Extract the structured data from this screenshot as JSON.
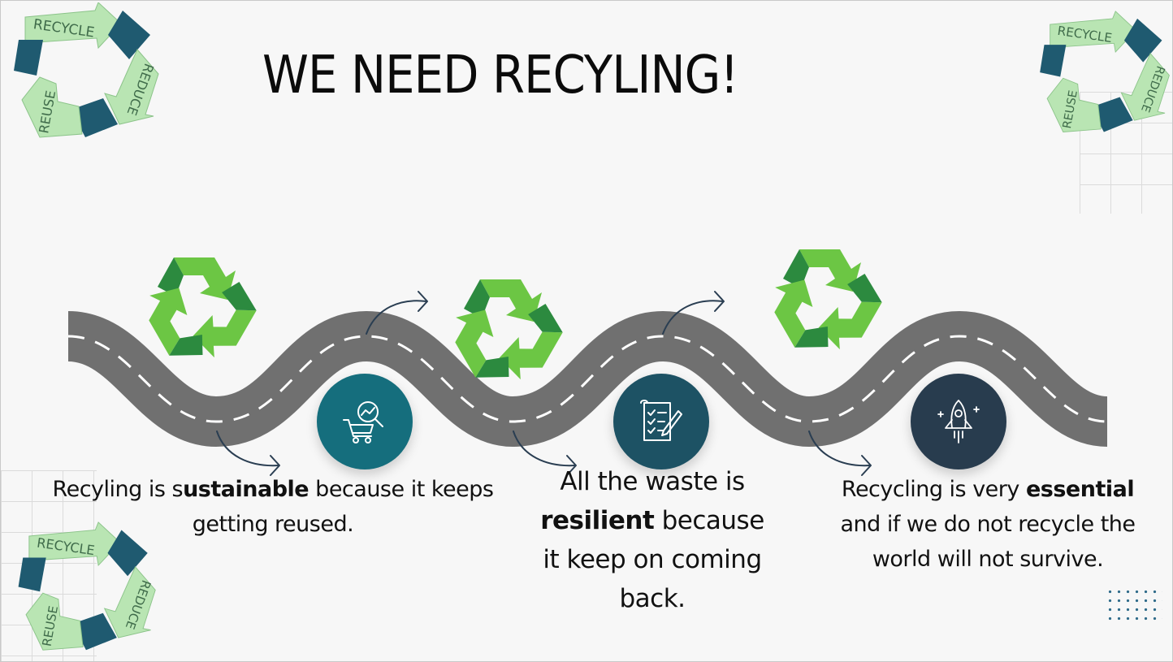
{
  "slide": {
    "title": "WE NEED RECYLING!",
    "badge_words": {
      "recycle": "RECYCLE",
      "reduce": "REDUCE",
      "reuse": "REUSE"
    },
    "milestones": [
      {
        "icon": "shopping-cart-search-icon",
        "color": "#156e7d",
        "text_before": "Recyling is s",
        "text_bold": "ustainable",
        "text_after": " because it keeps getting reused."
      },
      {
        "icon": "checklist-pencil-icon",
        "color": "#1d5264",
        "text_before": "All the waste is ",
        "text_bold": "resilient",
        "text_after": " because it keep on coming back."
      },
      {
        "icon": "rocket-icon",
        "color": "#283c4e",
        "text_before": "Recycling is very ",
        "text_bold": "essential",
        "text_after": " and if we do not recycle  the world  will not survive."
      }
    ],
    "colors": {
      "road": "#707070",
      "road_lane": "#ffffff",
      "arrow": "#2a3e52",
      "recycle_light": "#6cc644",
      "recycle_dark": "#2c8a3f",
      "badge_light": "#b9e5b3",
      "badge_dark": "#1f5a70"
    }
  }
}
